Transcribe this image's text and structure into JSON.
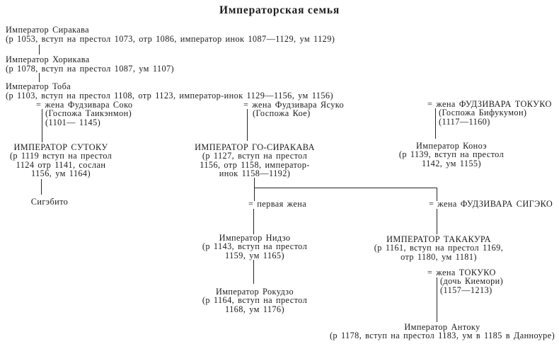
{
  "title": "Императорская семья",
  "colors": {
    "ink": "#1c1c1c",
    "paper": "#ffffff",
    "line": "#262626"
  },
  "ancestors": [
    {
      "name": "Император Сиракава",
      "dates": "(р 1053, вступ на престол 1073, отр 1086, император инок 1087—1129, ум 1129)"
    },
    {
      "name": "Император Хорикава",
      "dates": "(р 1078, вступ на престол 1087, ум 1107)"
    },
    {
      "name": "Император Тоба",
      "dates": "(р 1103, вступ на престол 1108, отр 1123, император-инок 1129—1156, ум 1156)"
    }
  ],
  "toba_wives": [
    {
      "label": "= жена Фудзивара Соко",
      "note1": "(Госпожа Таикэнмон)",
      "note2": "(1101— 1145)"
    },
    {
      "label": "= жена Фудзивара Ясуко",
      "note1": "(Госпожа Кое)"
    },
    {
      "label": "= жена ФУДЗИВАРА ТОКУКО",
      "note1": "(Госпожа Бифукумон)",
      "note2": "(1117—1160)"
    }
  ],
  "sutoku": {
    "name": "ИМПЕРАТОР СУТОКУ",
    "line1": "(р 1119 вступ на престол",
    "line2": "1124 отр 1141, сослан",
    "line3": "1156, ум 1164)"
  },
  "go_sirakava": {
    "name": "ИМПЕРАТОР ГО-СИРАКАВА",
    "line1": "(р 1127, вступ на престол",
    "line2": "1156, отр 1158, император-",
    "line3": "инок 1158—1192)"
  },
  "konoe": {
    "name": "Император Коноэ",
    "line1": "(р 1139, вступ на престол",
    "line2": "1142, ум 1155)"
  },
  "sigebito": {
    "name": "Сигэбито"
  },
  "go_sirakava_wives": {
    "first": "= первая жена",
    "second": "= жена ФУДЗИВАРА СИГЭКО"
  },
  "nijo": {
    "name": "Император Нидзо",
    "line1": "(р 1143, вступ на престол",
    "line2": "1159, ум 1165)"
  },
  "takakura": {
    "name": "ИМПЕРАТОР ТАКАКУРА",
    "line1": "(р 1161, вступ на престол 1169,",
    "line2": "отр 1180, ум 1181)"
  },
  "rokujo": {
    "name": "Император Рокудзо",
    "line1": "(р 1164, вступ на престол",
    "line2": "1168, ум 1176)"
  },
  "takakura_wife": {
    "label": "= жена ТОКУКО",
    "note1": "(дочь Киемори)",
    "note2": "(1157—1213)"
  },
  "antoku": {
    "name": "Император Антоку",
    "line1": "(р 1178, вступ на престол 1183, ум в 1185 в Данноуре)"
  }
}
